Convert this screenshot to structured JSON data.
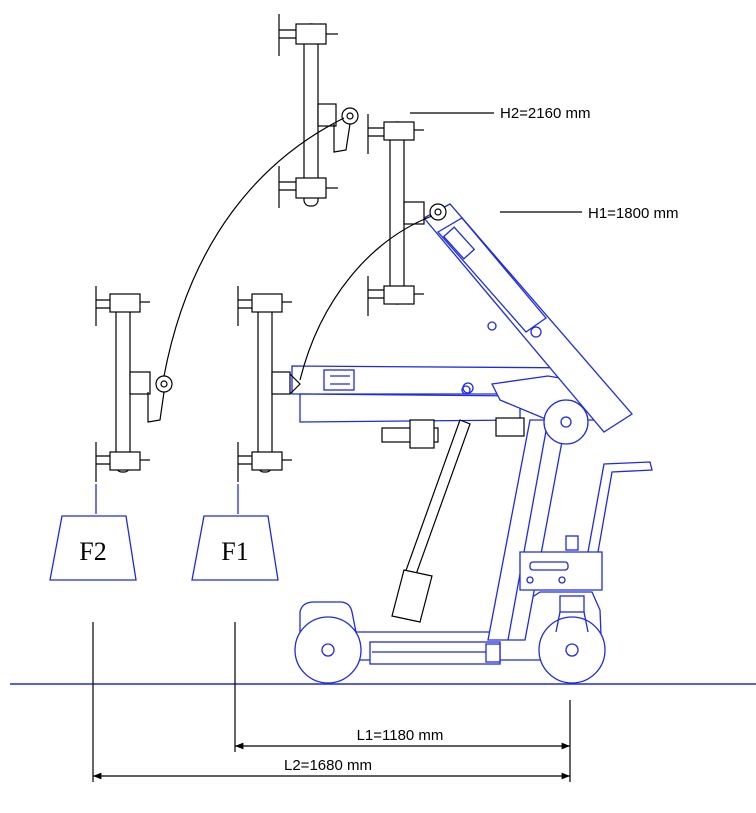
{
  "dimensions": {
    "h2": "H2=2160 mm",
    "h1": "H1=1800 mm",
    "l1": "L1=1180 mm",
    "l2": "L2=1680 mm"
  },
  "weights": {
    "f2": "F2",
    "f1": "F1"
  },
  "colors": {
    "machine": "#1f2ae0",
    "frames": "#000000",
    "ground": "#1f2ae0"
  }
}
